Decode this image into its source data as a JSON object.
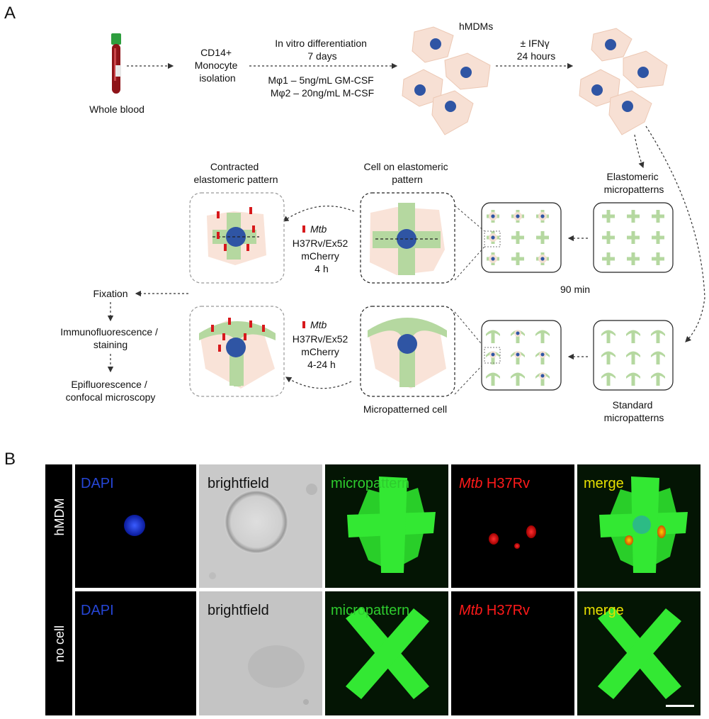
{
  "panel_a": {
    "letter": "A",
    "whole_blood": "Whole blood",
    "isolation": [
      "CD14+",
      "Monocyte",
      "isolation"
    ],
    "differentiation": [
      "In vitro differentiation",
      "7 days"
    ],
    "media": [
      "Mφ1 – 5ng/mL GM-CSF",
      "Mφ2 – 20ng/mL M-CSF"
    ],
    "hmdms": "hMDMs",
    "ifn": [
      "± IFNγ",
      "24 hours"
    ],
    "contracted": [
      "Contracted",
      "elastomeric pattern"
    ],
    "cell_on_pattern": [
      "Cell on elastomeric",
      "pattern"
    ],
    "elastomeric": [
      "Elastomeric",
      "micropatterns"
    ],
    "infection_top": {
      "mtb": "Mtb",
      "lines": [
        "H37Rv/Ex52",
        "mCherry",
        "4 h"
      ]
    },
    "infection_bottom": {
      "mtb": "Mtb",
      "lines": [
        "H37Rv/Ex52",
        "mCherry",
        "4-24 h"
      ]
    },
    "time_90": "90 min",
    "fixation": "Fixation",
    "immuno": [
      "Immunofluorescence /",
      "staining"
    ],
    "epifluor": [
      "Epifluorescence /",
      "confocal microscopy"
    ],
    "micropatterned_cell": "Micropatterned cell",
    "standard": [
      "Standard",
      "micropatterns"
    ],
    "colors": {
      "cell": "#f7e0d4",
      "cell_edge": "#ecc8b4",
      "nucleus": "#2f55a4",
      "pattern": "#b5d8a0",
      "bacteria": "#d7191c"
    }
  },
  "panel_b": {
    "letter": "B",
    "rows": [
      "hMDM",
      "no cell"
    ],
    "channels": [
      {
        "label": "DAPI",
        "color": "#2646d6"
      },
      {
        "label": "brightfield",
        "color": "#111111"
      },
      {
        "label": "micropattern",
        "color": "#2ecc2e"
      },
      {
        "label_italic": "Mtb",
        "label": " H37Rv",
        "color": "#ff1a1a"
      },
      {
        "label": "merge",
        "color": "#e8e000"
      }
    ]
  }
}
